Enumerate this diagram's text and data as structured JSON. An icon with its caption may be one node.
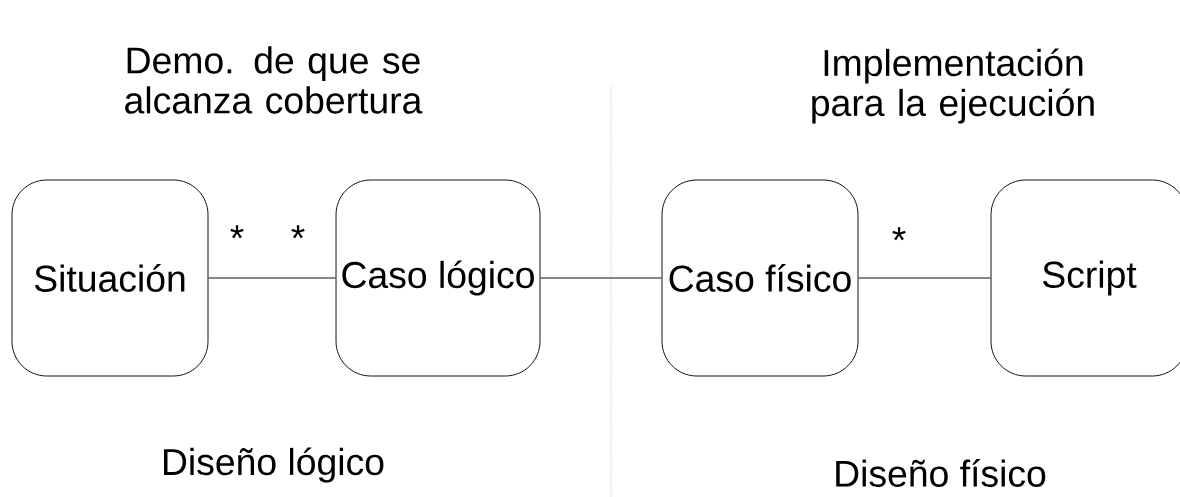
{
  "diagram": {
    "nodes": [
      {
        "text": [
          "Situación"
        ]
      },
      {
        "text": [
          "Caso lógico"
        ]
      },
      {
        "text": [
          "Caso físico"
        ]
      },
      {
        "text": [
          "Script"
        ]
      }
    ],
    "edges": [
      {
        "from": 0,
        "to": 1,
        "arrow": "none",
        "label": "Demo. de que se alcanza cobertura"
      },
      {
        "from": 1,
        "to": 2,
        "arrow": "none"
      },
      {
        "from": 2,
        "to": 3,
        "arrow": "none",
        "label": "Implementación para la ejecución"
      }
    ],
    "labels": [
      "*",
      "*",
      "*",
      "Diseño lógico",
      "Diseño físico"
    ]
  }
}
